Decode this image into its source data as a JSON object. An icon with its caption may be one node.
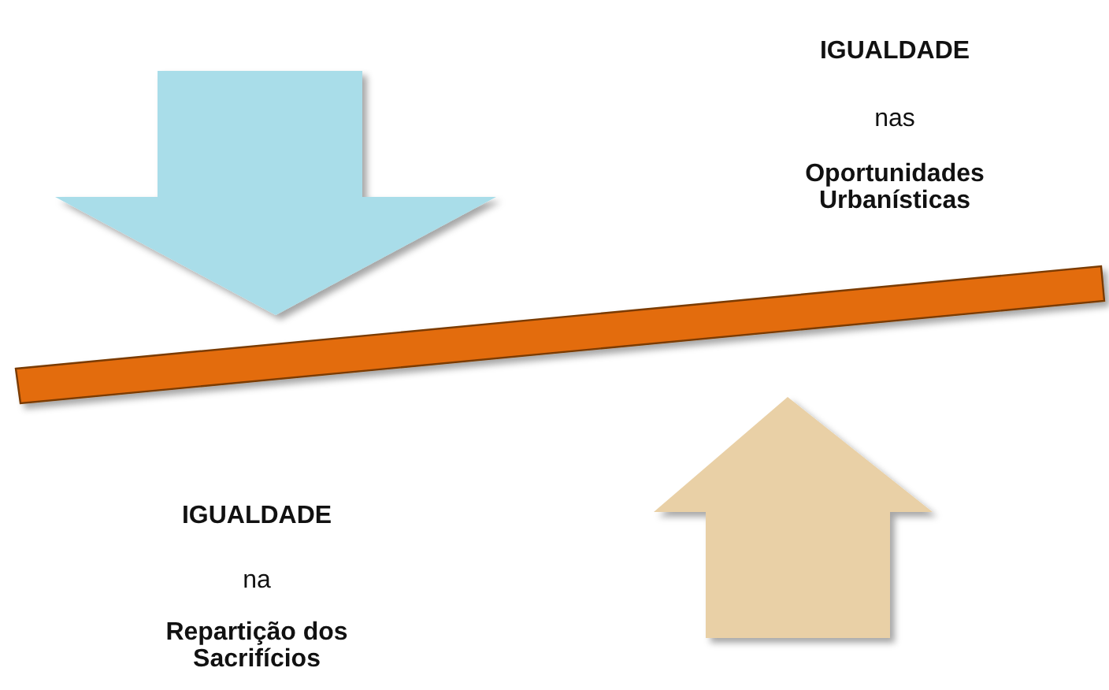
{
  "diagram": {
    "labels": [
      "IGUALDADE",
      "nas",
      "Oportunidades Urbanísticas",
      "IGUALDADE",
      "na",
      "Repartição dos Sacrifícios"
    ]
  }
}
